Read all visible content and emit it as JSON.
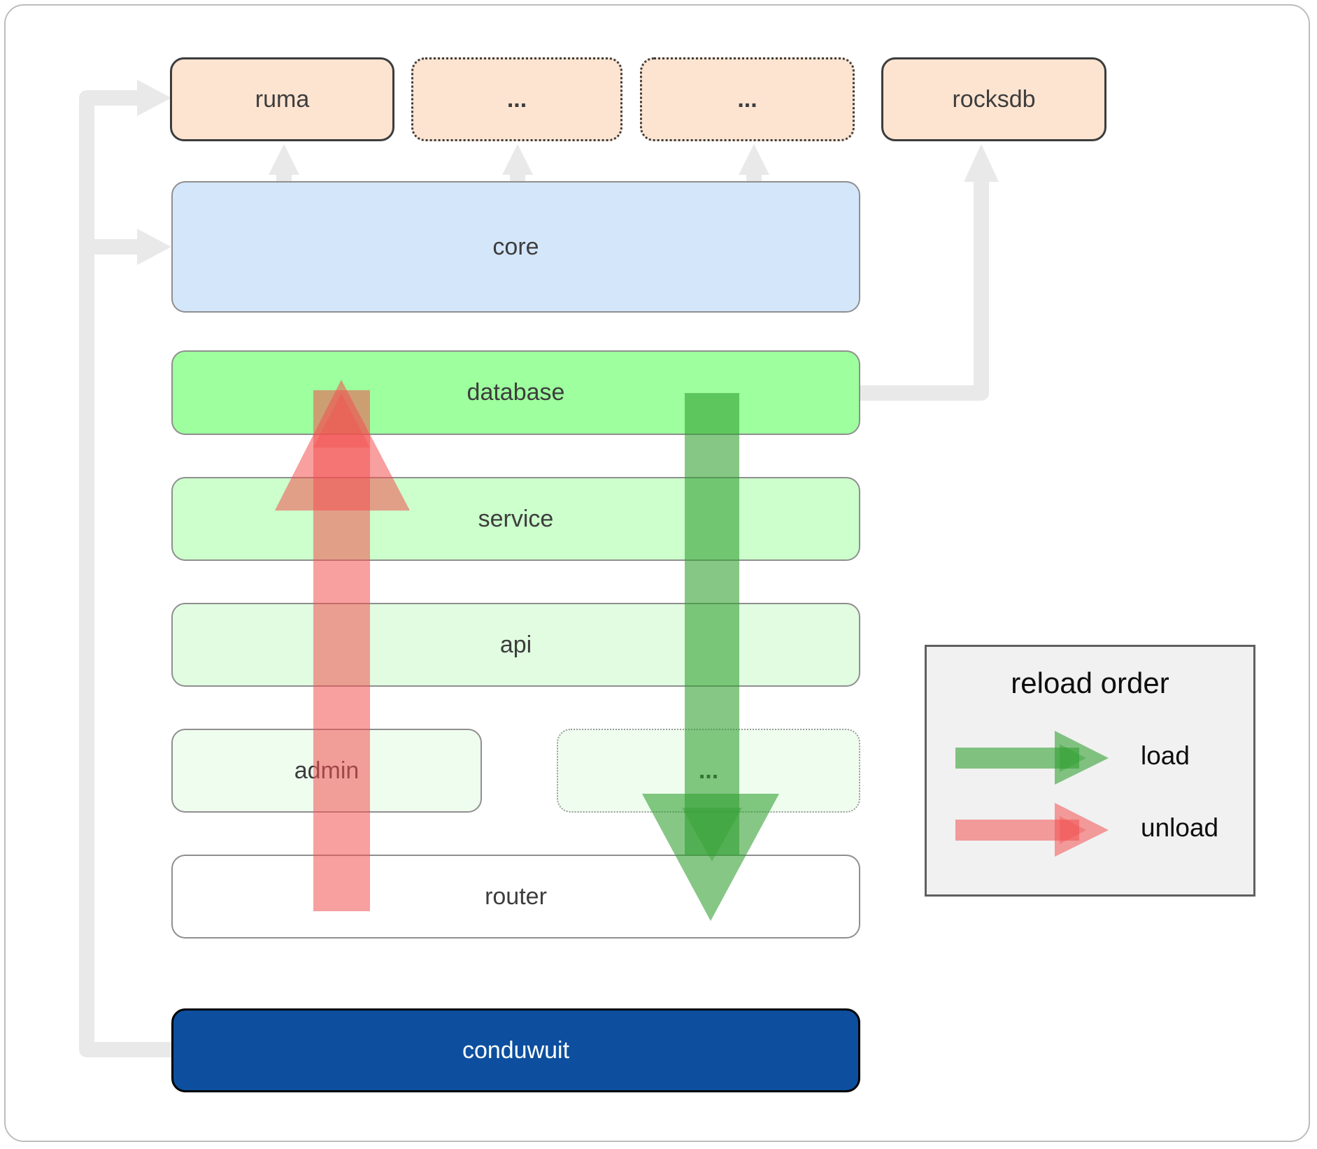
{
  "boxes": {
    "ruma": "ruma",
    "crates_more_1": "...",
    "crates_more_2": "...",
    "rocksdb": "rocksdb",
    "core": "core",
    "database": "database",
    "service": "service",
    "api": "api",
    "admin": "admin",
    "admin_more": "...",
    "router": "router",
    "conduwuit": "conduwuit"
  },
  "legend": {
    "title": "reload order",
    "load": "load",
    "unload": "unload"
  },
  "colors": {
    "crate_peach": "#fde4d1",
    "core_blue": "#d4e6fa",
    "database_green": "#9dff9d",
    "service_green": "#ccffcc",
    "api_green": "#e1fce1",
    "admin_green": "#effdef",
    "router_white": "#ffffff",
    "conduwuit_blue": "#0d4f9e",
    "load_green": "#2f9e2f",
    "unload_red": "#f25050",
    "connector_gray": "#e9e9e9",
    "legend_bg": "#f1f1f1"
  }
}
